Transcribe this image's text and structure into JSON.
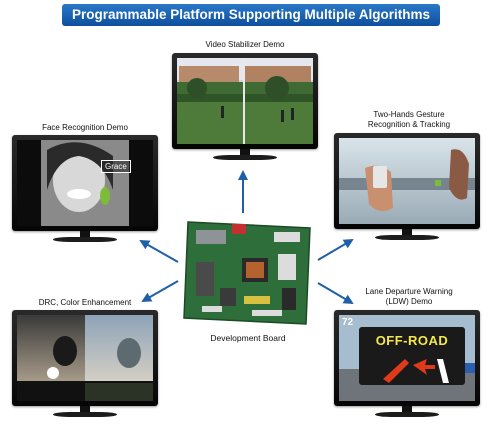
{
  "title": "Programmable Platform Supporting Multiple Algorithms",
  "labels": {
    "video_stabilizer": "Video Stabilizer Demo",
    "face_recognition": "Face Recognition Demo",
    "gesture_line1": "Two-Hands Gesture",
    "gesture_line2": "Recognition & Tracking",
    "drc": "DRC, Color Enhancement",
    "lane_line1": "Lane Departure Warning",
    "lane_line2": "(LDW) Demo",
    "board": "Development Board"
  },
  "overlays": {
    "face_tag": "Grace",
    "lane_warning": "OFF-ROAD",
    "speed": "72"
  },
  "colors": {
    "banner": "#0d4f9e",
    "arrow": "#1f5fa8"
  }
}
